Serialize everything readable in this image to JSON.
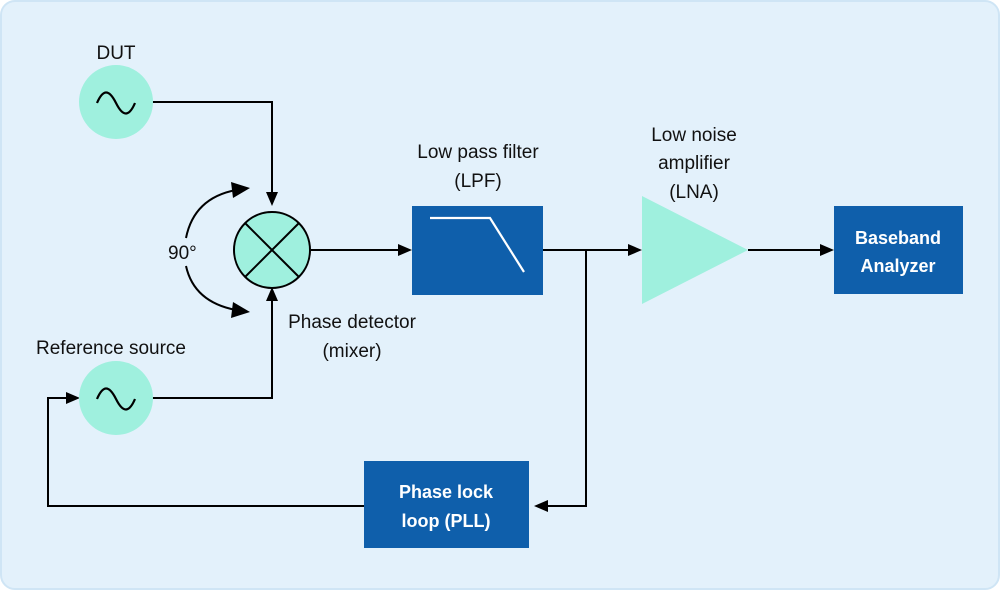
{
  "colors": {
    "background": "#e3f1fb",
    "border": "#cfe5f5",
    "source_fill": "#9ff0de",
    "block_fill": "#0f5fab",
    "amplifier_fill": "#9ff0de",
    "wire": "#000000",
    "text": "#111111",
    "block_text": "#ffffff"
  },
  "labels": {
    "dut": "DUT",
    "angle": "90°",
    "reference_source": "Reference source",
    "phase_detector_line1": "Phase detector",
    "phase_detector_line2": "(mixer)",
    "lpf_line1": "Low pass filter",
    "lpf_line2": "(LPF)",
    "lna_line1": "Low noise",
    "lna_line2": "amplifier",
    "lna_line3": "(LNA)"
  },
  "blocks": {
    "baseband_line1": "Baseband",
    "baseband_line2": "Analyzer",
    "pll_line1": "Phase lock",
    "pll_line2": "loop (PLL)"
  },
  "icons": {
    "dut_source": "sine-wave-source-icon",
    "reference_source": "sine-wave-source-icon",
    "mixer": "mixer-cross-circle-icon",
    "lpf": "lowpass-response-icon",
    "lna": "amplifier-triangle-icon"
  }
}
